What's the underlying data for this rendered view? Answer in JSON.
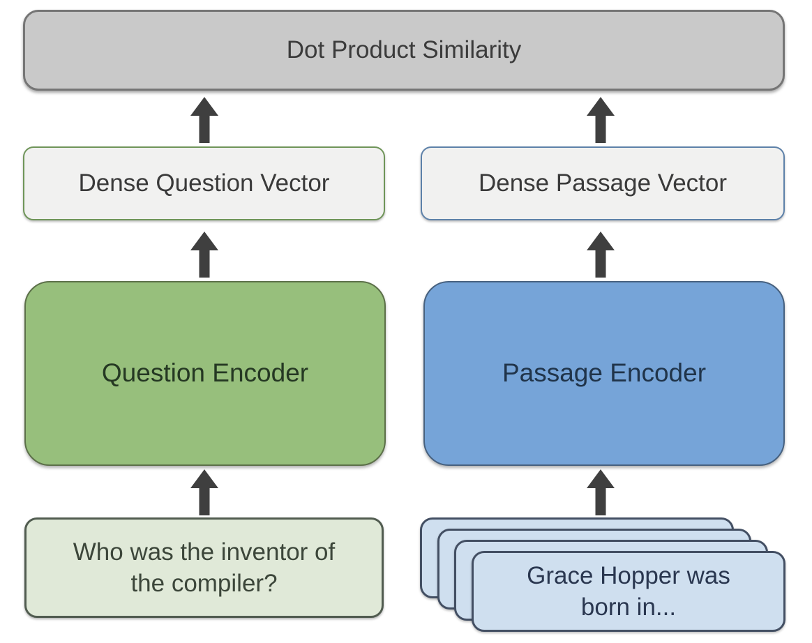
{
  "colors": {
    "canvas_bg": "#ffffff",
    "arrow": "#3f3f3f",
    "similarity_fill": "#c9c9c9",
    "similarity_border": "#757575",
    "similarity_text": "#3b3b3b",
    "vector_fill": "#f1f1f0",
    "vector_text": "#3a3a3a",
    "question_border": "#6f9559",
    "passage_border": "#5d81a9",
    "question_encoder_fill": "#97bf7c",
    "question_encoder_border": "#5c7049",
    "question_encoder_text": "#253823",
    "passage_encoder_fill": "#76a4d8",
    "passage_encoder_border": "#47617f",
    "passage_encoder_text": "#20344a",
    "question_input_fill": "#e0e9d8",
    "question_input_border": "#515c50",
    "question_input_text": "#3c463a",
    "passage_card_fill": "#cfdfef",
    "passage_card_border": "#434f63",
    "passage_card_text": "#2a3750"
  },
  "nodes": {
    "similarity": {
      "label": "Dot Product Similarity"
    },
    "dense_question_vector": {
      "label": "Dense Question Vector"
    },
    "dense_passage_vector": {
      "label": "Dense Passage Vector"
    },
    "question_encoder": {
      "label": "Question Encoder"
    },
    "passage_encoder": {
      "label": "Passage Encoder"
    },
    "question_input": {
      "lines": [
        "Who was the inventor of",
        "the compiler?"
      ]
    },
    "passage_input": {
      "lines": [
        "Grace Hopper was",
        "born in..."
      ],
      "stack_count": 4
    }
  }
}
